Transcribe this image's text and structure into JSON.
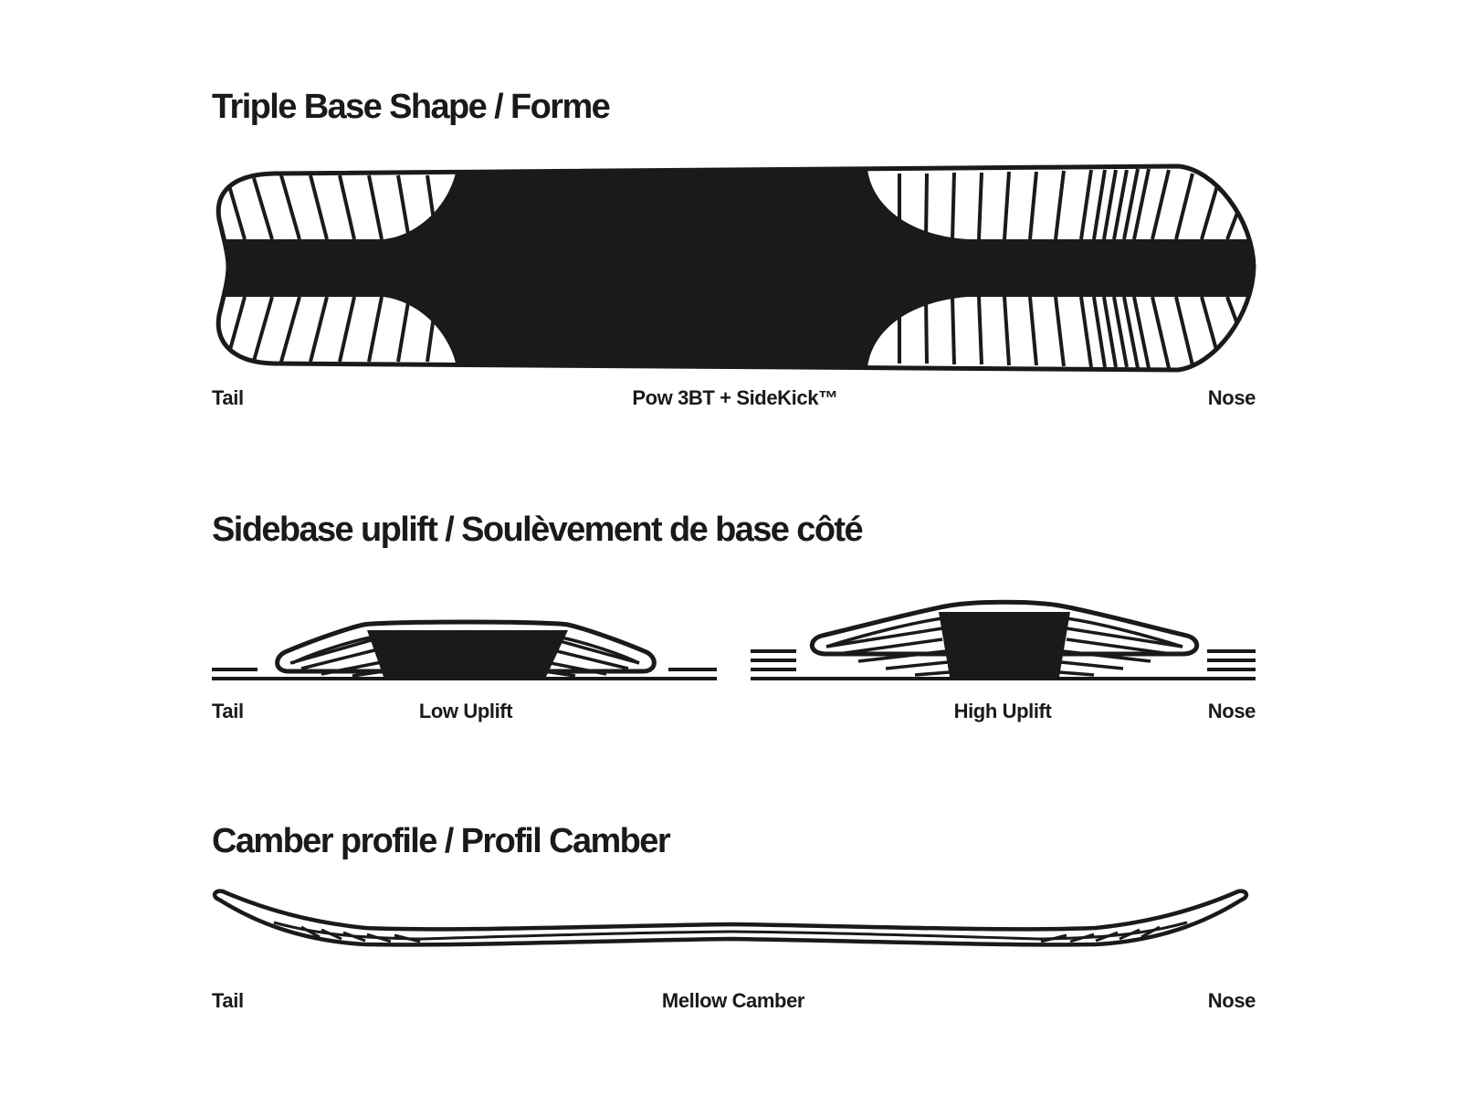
{
  "sections": {
    "shape": {
      "title": "Triple Base Shape / Forme",
      "tail_label": "Tail",
      "center_label": "Pow 3BT + SideKick™",
      "nose_label": "Nose"
    },
    "uplift": {
      "title": "Sidebase uplift / Soulèvement de base côté",
      "tail_label": "Tail",
      "low_label": "Low Uplift",
      "high_label": "High Uplift",
      "nose_label": "Nose"
    },
    "camber": {
      "title": "Camber profile / Profil Camber",
      "tail_label": "Tail",
      "center_label": "Mellow Camber",
      "nose_label": "Nose"
    }
  },
  "colors": {
    "ink": "#1a1a1a",
    "background": "#ffffff"
  }
}
